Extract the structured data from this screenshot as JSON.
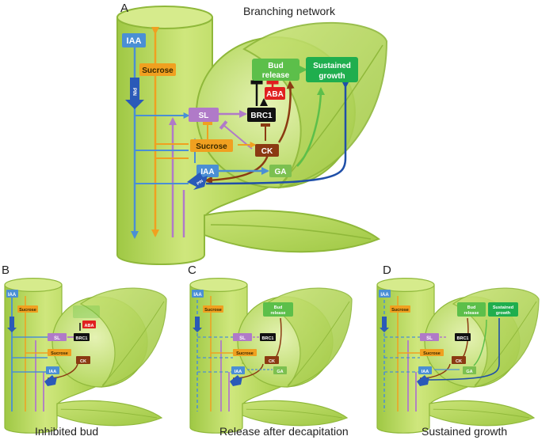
{
  "panels": {
    "a": {
      "letter": "A",
      "title": "Branching network"
    },
    "b": {
      "letter": "B",
      "title": "Inhibited bud"
    },
    "c": {
      "letter": "C",
      "title": "Release after decapitation"
    },
    "d": {
      "letter": "D",
      "title": "Sustained growth"
    }
  },
  "nodes": {
    "iaa_top": "IAA",
    "sucrose_top": "Sucrose",
    "pin_top": "PIN",
    "bud_release_1": "Bud",
    "bud_release_2": "release",
    "sustained_1": "Sustained",
    "sustained_2": "growth",
    "aba": "ABA",
    "brc1": "BRC1",
    "sl": "SL",
    "sucrose_mid": "Sucrose",
    "ck": "CK",
    "iaa_mid": "IAA",
    "ga": "GA",
    "pin_mid": "PIN"
  },
  "colors": {
    "plant": "#b5d65a",
    "plant_dark": "#8fb83a",
    "iaa": "#4a8fd4",
    "sucrose": "#f0a020",
    "sl": "#b07ac8",
    "ck": "#8b3a12",
    "aba": "#e02020",
    "brc1": "#111111",
    "bud": "#5cbf4a",
    "sustained": "#1fae4e",
    "ga": "#7cc050",
    "pin": "#2a5ab8",
    "signal_blue": "#1f4fa8"
  }
}
